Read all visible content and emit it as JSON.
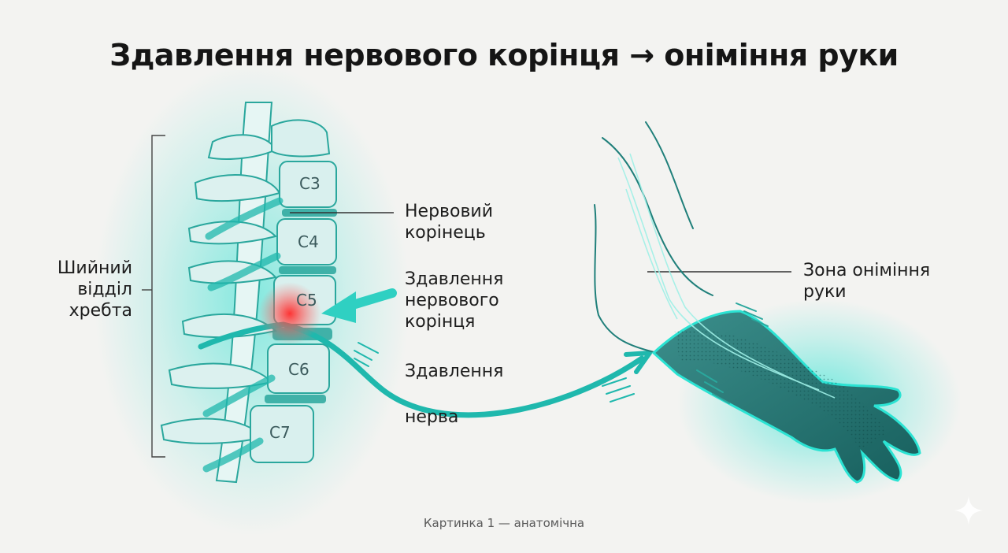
{
  "title": "Здавлення нервового корінця → оніміння руки",
  "labels": {
    "cervical": [
      "Шийний",
      "відділ",
      "хребта"
    ],
    "nerve_root": [
      "Нервовий",
      "корінець"
    ],
    "root_compression": [
      "Здавлення",
      "нервового",
      "корінця"
    ],
    "nerve_compression_1": "Здавлення",
    "nerve_compression_2": "нерва",
    "numb_zone": [
      "Зона оніміння",
      "руки"
    ]
  },
  "vertebrae": [
    "C3",
    "C4",
    "C5",
    "C6",
    "C7"
  ],
  "caption": "Картинка 1 — анатомічна",
  "colors": {
    "teal": "#1fb8ad",
    "teal_dark": "#1a7c78",
    "bone": "#d9f0ee",
    "compression_red": "#ff3b3b",
    "arrow": "#2fd0c2"
  },
  "icons": {
    "corner": "sparkle-icon"
  }
}
